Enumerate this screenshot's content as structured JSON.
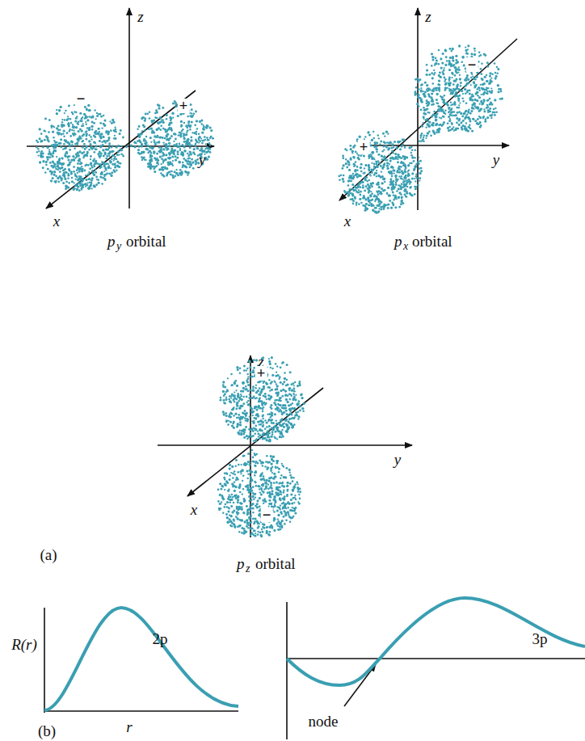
{
  "diagram": {
    "labels": [
      "z",
      "y",
      "x",
      "−",
      "+",
      "p",
      "y",
      "orbital",
      "z",
      "y",
      "x",
      "+",
      "−",
      "p",
      "x",
      "orbital",
      "z",
      "y",
      "x",
      "+",
      "−",
      "p",
      "z",
      "orbital",
      "(a)",
      "R(r)",
      "2p",
      "r",
      "3p",
      "node",
      "(b)"
    ]
  }
}
